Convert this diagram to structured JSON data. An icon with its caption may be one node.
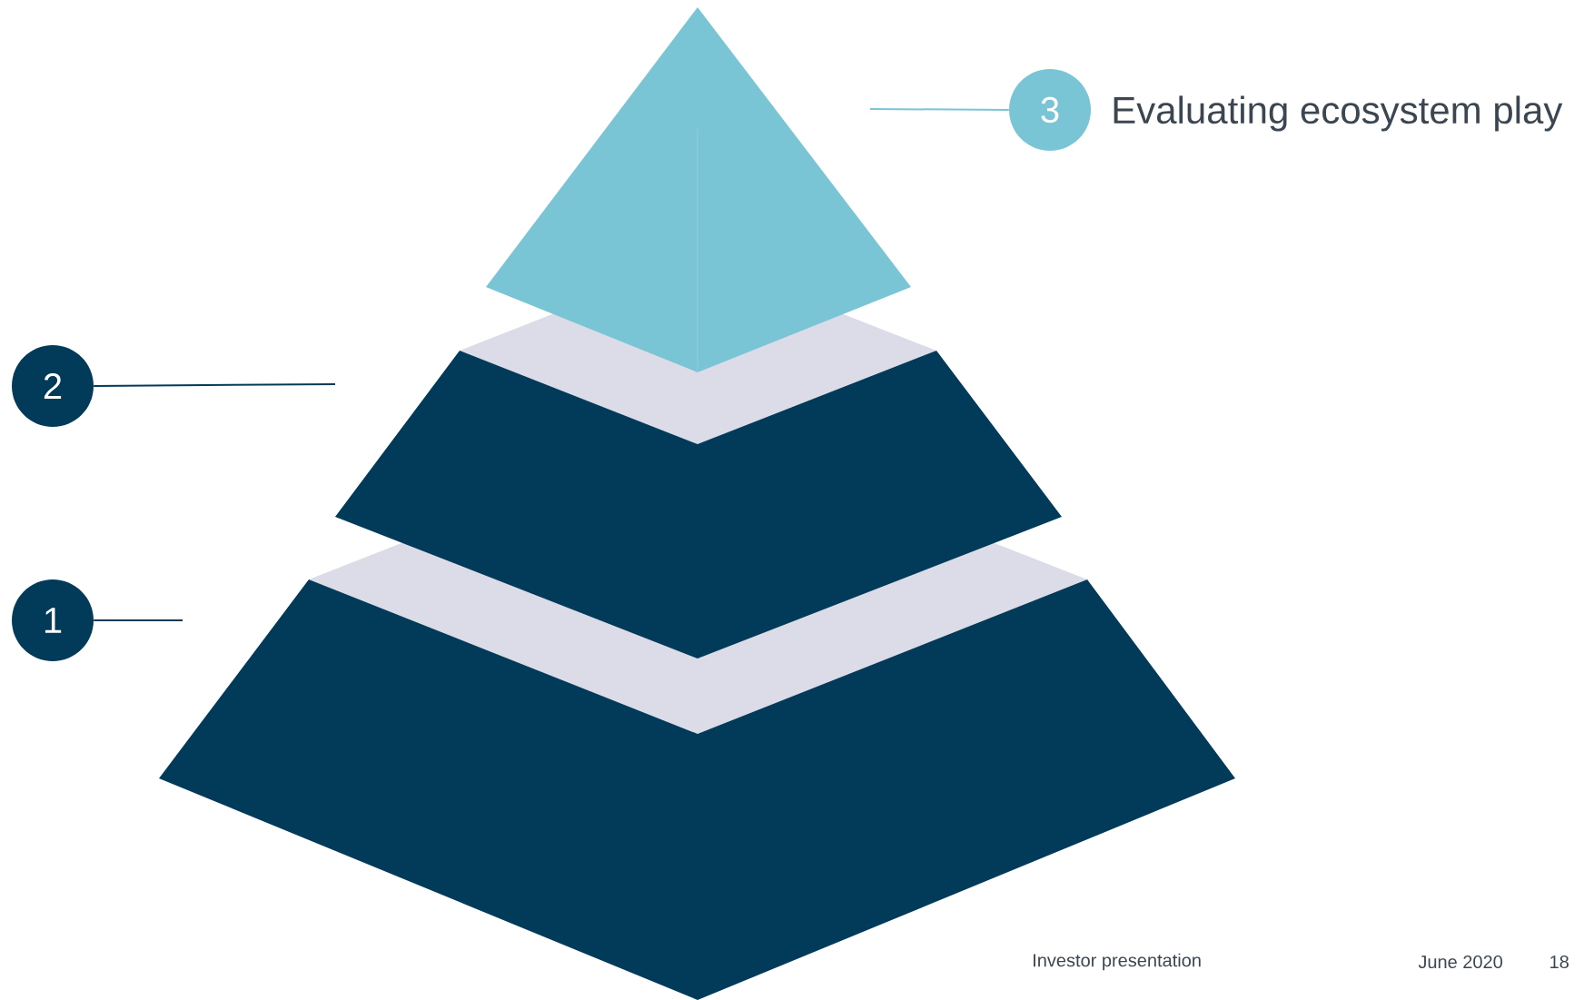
{
  "diagram": {
    "nodes": [
      {
        "text": [
          "3"
        ],
        "beside": [
          "Evaluating ecosystem play"
        ]
      },
      {
        "text": [
          "2"
        ]
      },
      {
        "text": [
          "1"
        ]
      }
    ],
    "edges": [
      {
        "from": 0,
        "to": null,
        "arrow": "none",
        "color": "#7ac5d5"
      },
      {
        "from": 1,
        "to": null,
        "arrow": "none"
      },
      {
        "from": 2,
        "to": null,
        "arrow": "none"
      }
    ],
    "labels": [
      "Investor presentation",
      "June 2020",
      "18"
    ]
  }
}
